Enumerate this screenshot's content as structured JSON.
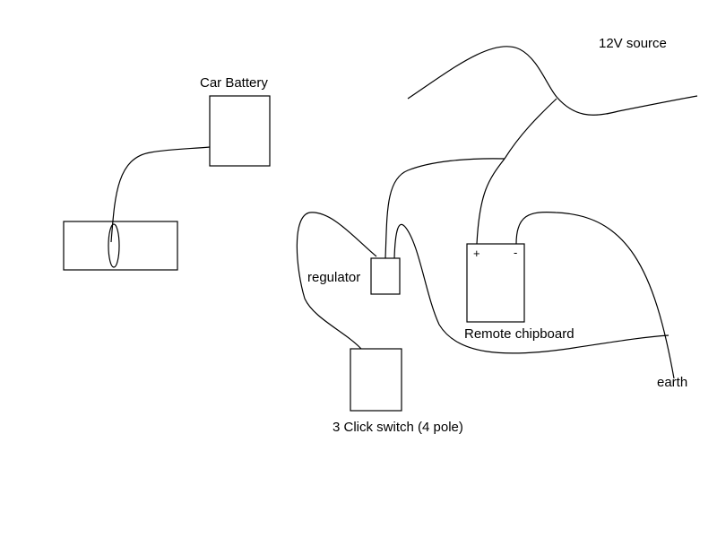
{
  "labels": {
    "source": "12V source",
    "battery": "Car Battery",
    "regulator": "regulator",
    "chipboard": "Remote chipboard",
    "switch": "3 Click switch (4 pole)",
    "earth": "earth"
  },
  "terminals": {
    "plus": "+",
    "minus": "-"
  },
  "colors": {
    "stroke": "#000000",
    "background": "#ffffff"
  }
}
